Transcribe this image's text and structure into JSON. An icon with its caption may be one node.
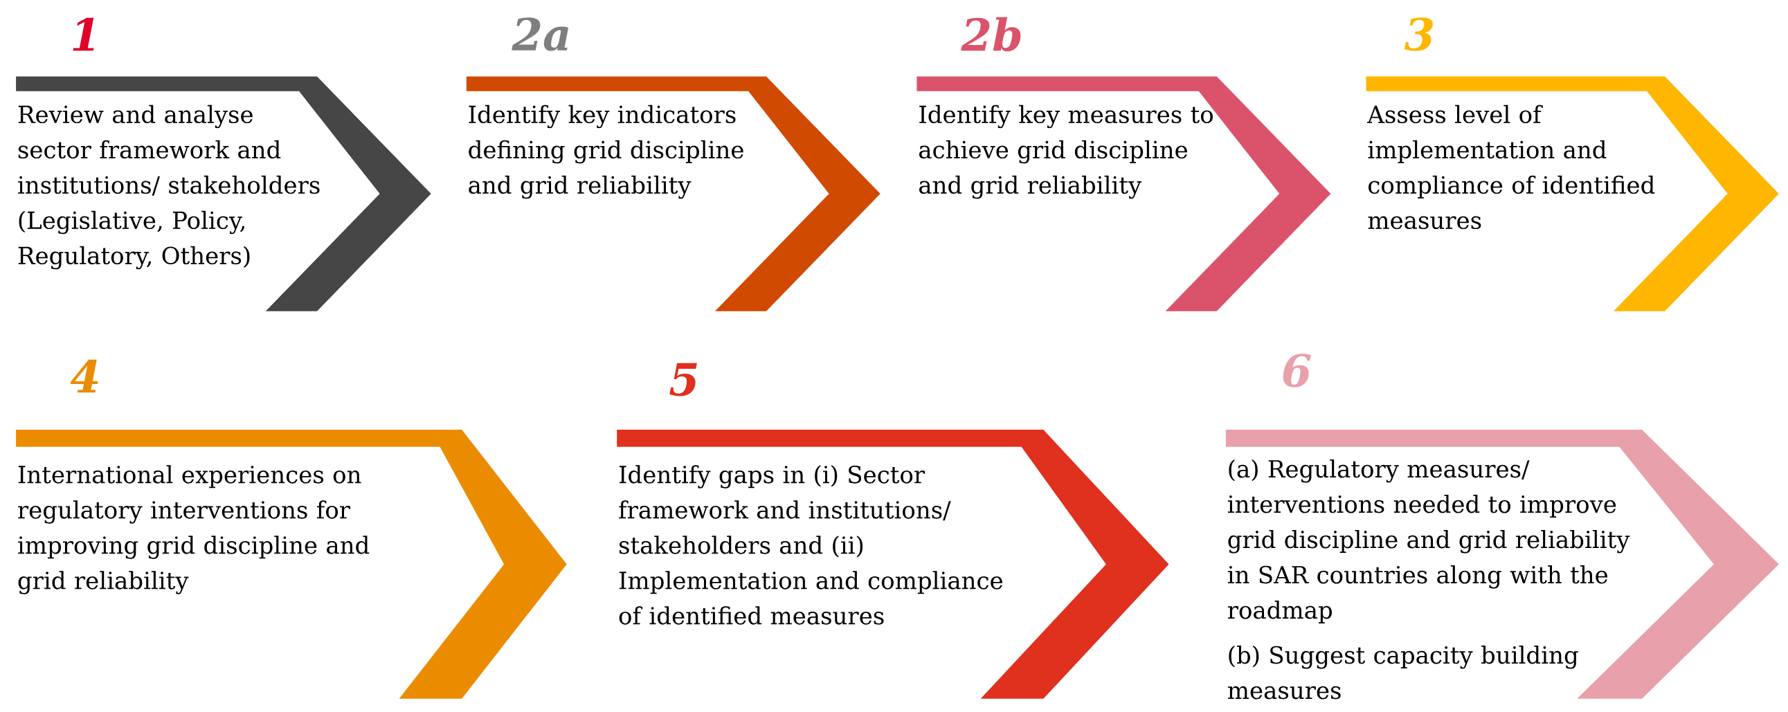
{
  "diagram": {
    "nodes": [
      {
        "text": [
          "1",
          "Review and analyse sector framework and institutions/ stakeholders (Legislative, Policy, Regulatory, Others)"
        ]
      },
      {
        "text": [
          "2a",
          "Identify key indicators defining grid discipline and grid reliability"
        ]
      },
      {
        "text": [
          "2b",
          "Identify key measures to achieve grid discipline and grid reliability"
        ]
      },
      {
        "text": [
          "3",
          "Assess level of implementation and compliance of identified measures"
        ]
      },
      {
        "text": [
          "4",
          "International experiences on regulatory interventions for improving grid discipline and grid reliability"
        ]
      },
      {
        "text": [
          "5",
          "Identify gaps in (i) Sector framework and institutions/ stakeholders and (ii) Implementation and compliance of identified measures"
        ]
      },
      {
        "text": [
          "6",
          "(a) Regulatory measures/ interventions needed to improve grid discipline and grid reliability in SAR countries along with the roadmap",
          "(b) Suggest capacity building measures"
        ]
      }
    ]
  }
}
